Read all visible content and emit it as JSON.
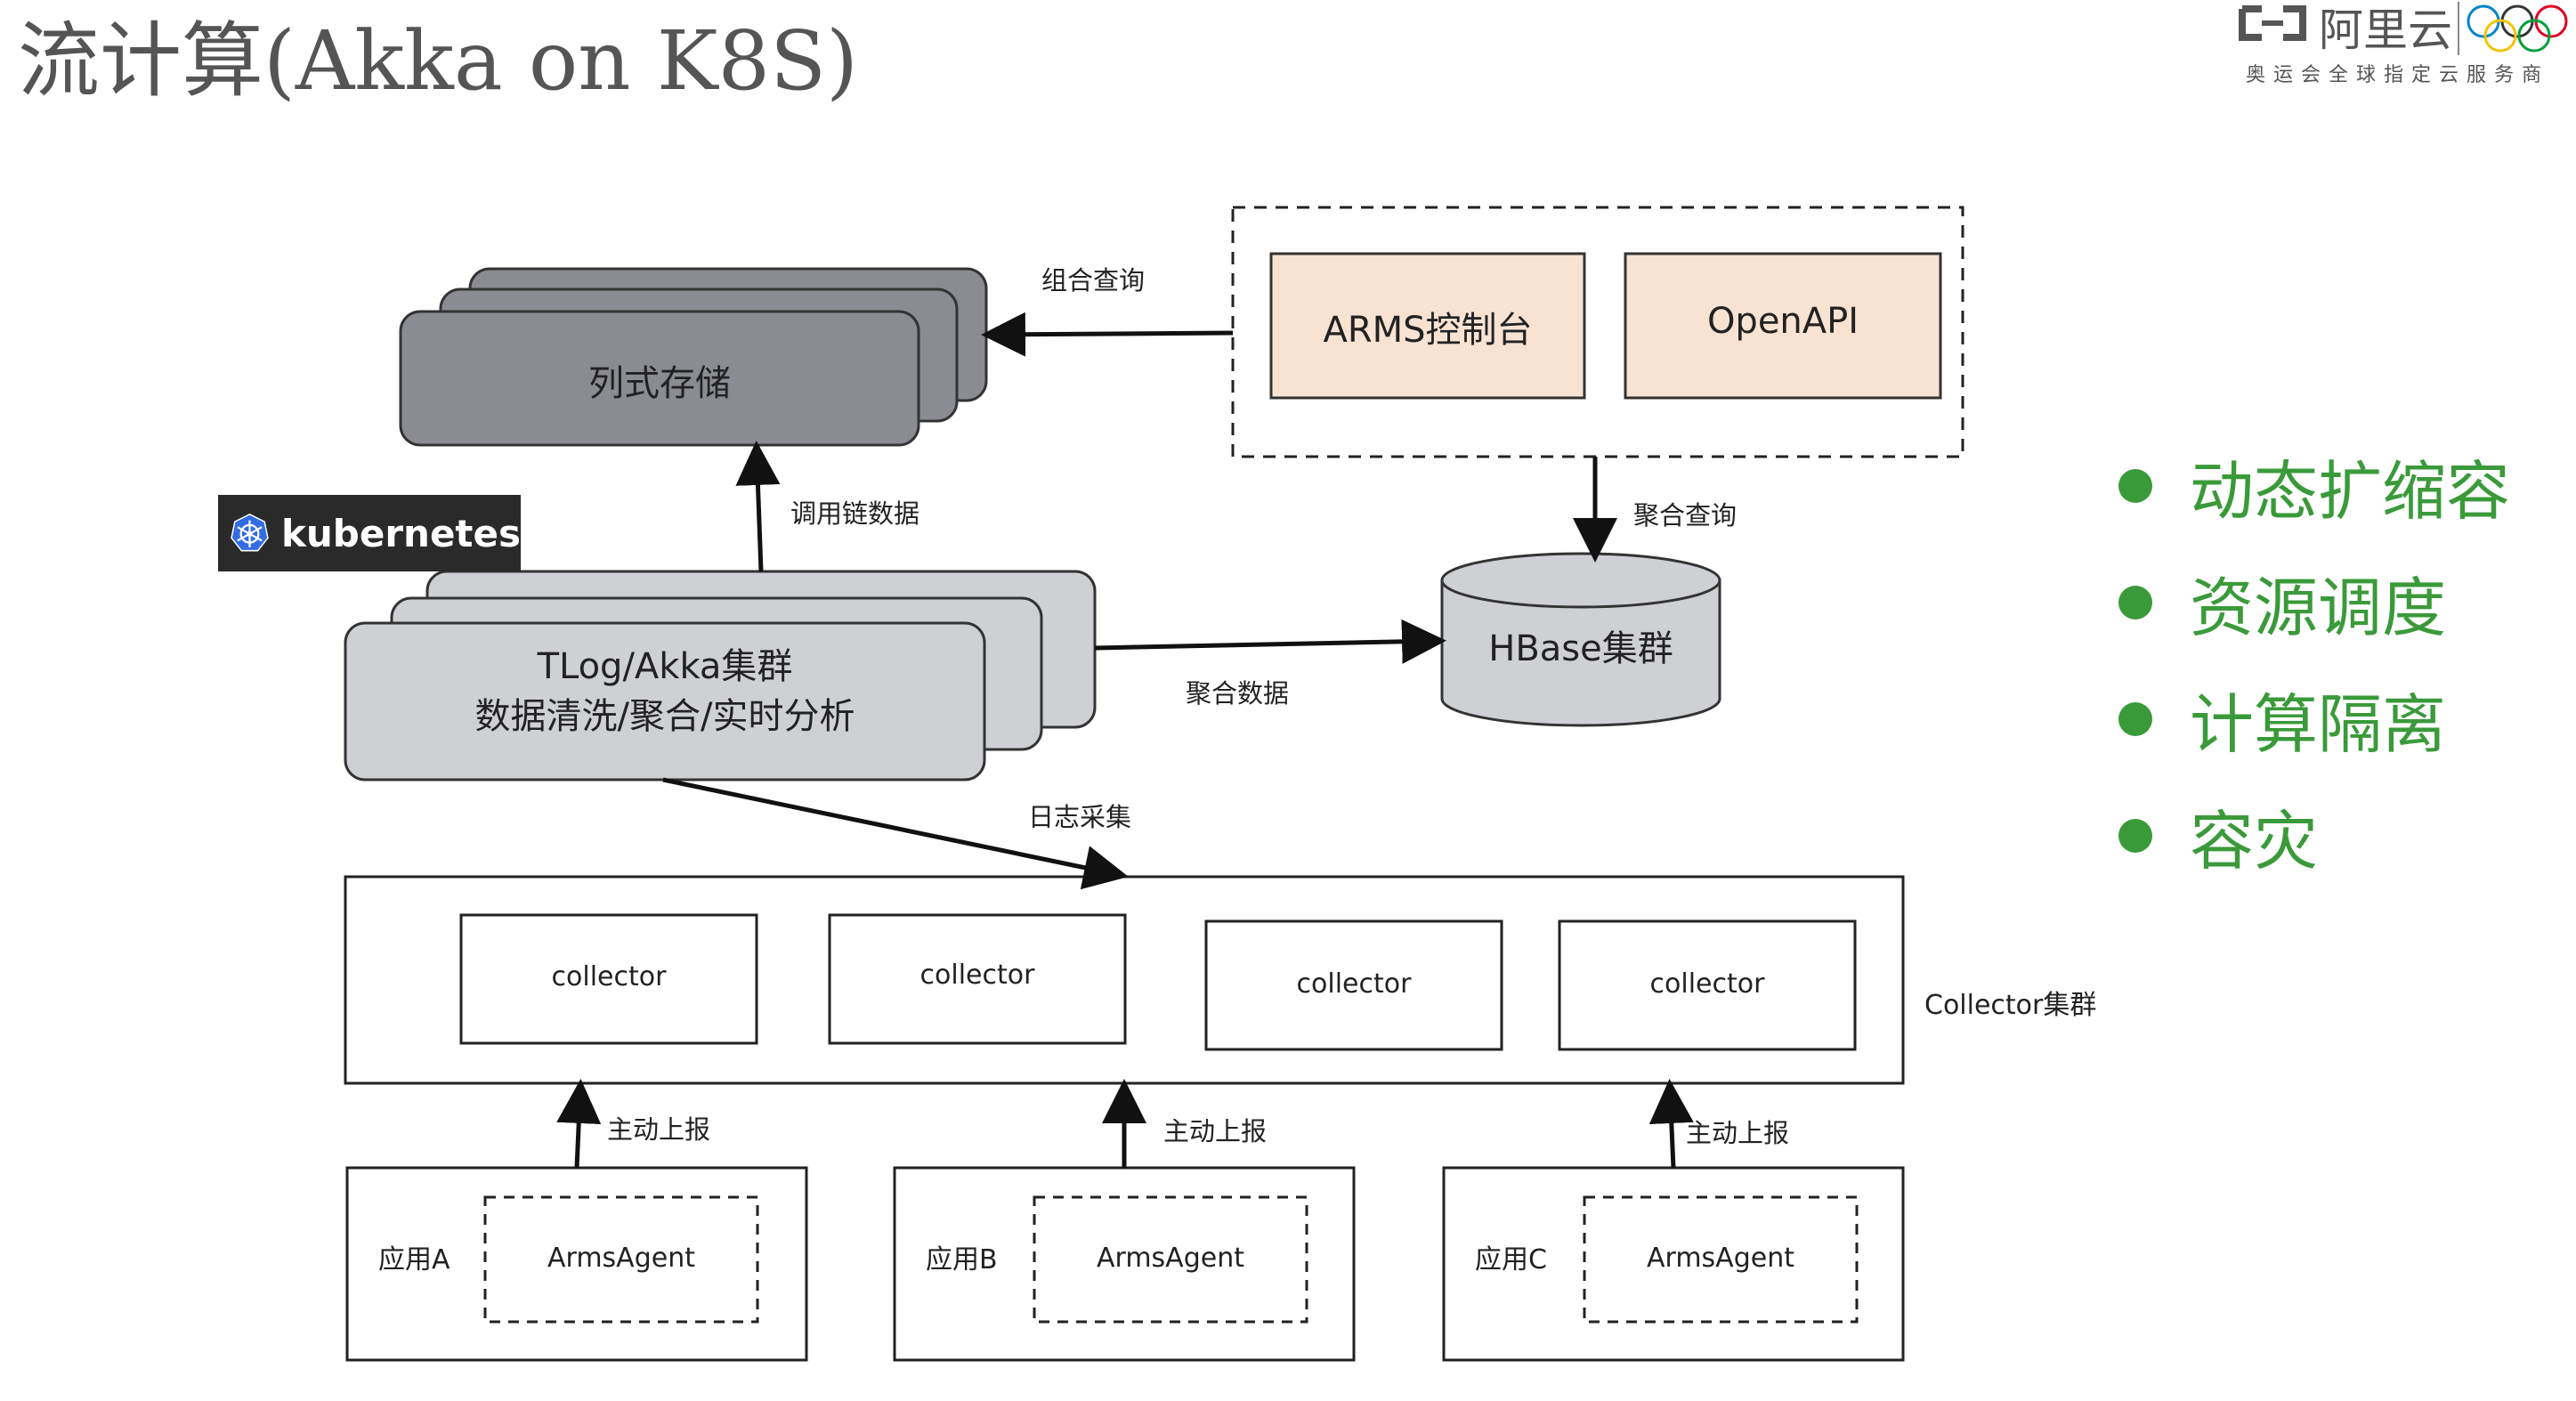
{
  "title": "流计算(Akka on K8S)",
  "logo": {
    "brand": "阿里云",
    "tagline": "奥运会全球指定云服务商"
  },
  "kubernetes_badge": "kubernetes",
  "nodes": {
    "columnar_storage": "列式存储",
    "arms_console": "ARMS控制台",
    "openapi": "OpenAPI",
    "hbase": "HBase集群",
    "tlog_line1": "TLog/Akka集群",
    "tlog_line2": "数据清洗/聚合/实时分析",
    "collectors": [
      "collector",
      "collector",
      "collector",
      "collector"
    ],
    "collector_cluster": "Collector集群",
    "apps": [
      {
        "name": "应用A",
        "agent": "ArmsAgent"
      },
      {
        "name": "应用B",
        "agent": "ArmsAgent"
      },
      {
        "name": "应用C",
        "agent": "ArmsAgent"
      }
    ]
  },
  "edges": {
    "combined_query": "组合查询",
    "trace_data": "调用链数据",
    "aggregate_query": "聚合查询",
    "aggregate_data": "聚合数据",
    "log_collection": "日志采集",
    "active_report": [
      "主动上报",
      "主动上报",
      "主动上报"
    ]
  },
  "bullets": [
    "动态扩缩容",
    "资源调度",
    "计算隔离",
    "容灾"
  ],
  "colors": {
    "accent_green": "#3a9a3a",
    "gray_node": "#8a8c92",
    "light_gray_node": "#cfd0d4",
    "peach_node": "#f8e3d3"
  }
}
